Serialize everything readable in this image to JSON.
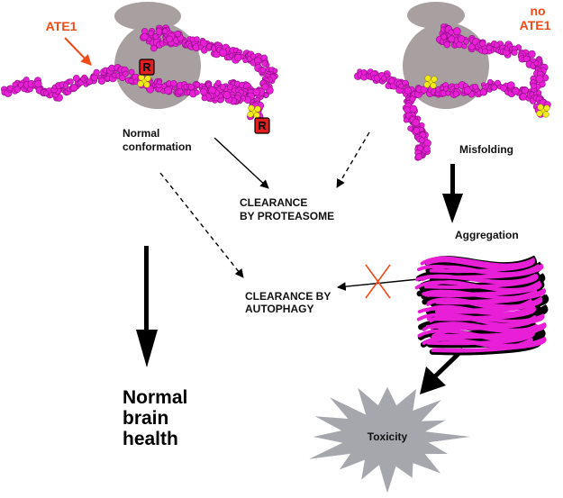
{
  "colors": {
    "protein": "#e81fd6",
    "protein_dark": "#8a1080",
    "proteasome": "#a8a0a0",
    "arginine_fill": "#e11d1d",
    "yellow": "#f2ea1c",
    "accent_red": "#f04a16",
    "star": "#a5a7ad"
  },
  "left_panel": {
    "ate1_label": "ATE1",
    "r_marker_1": "R",
    "r_marker_2": "R",
    "caption_line1": "Normal",
    "caption_line2": "conformation"
  },
  "right_panel": {
    "label_line1": "no",
    "label_line2": "ATE1",
    "caption": "Misfolding"
  },
  "pathways": {
    "proteasome_line1": "CLEARANCE",
    "proteasome_line2": "BY PROTEASOME",
    "autophagy_line1": "CLEARANCE BY",
    "autophagy_line2": "AUTOPHAGY",
    "aggregation": "Aggregation"
  },
  "outcomes": {
    "health_line1": "Normal",
    "health_line2": "brain",
    "health_line3": "health",
    "toxicity": "Toxicity"
  },
  "icons": [
    "proteasome-icon",
    "protein-chain-icon",
    "aggregate-icon",
    "blocked-x-icon",
    "toxicity-star-icon"
  ]
}
